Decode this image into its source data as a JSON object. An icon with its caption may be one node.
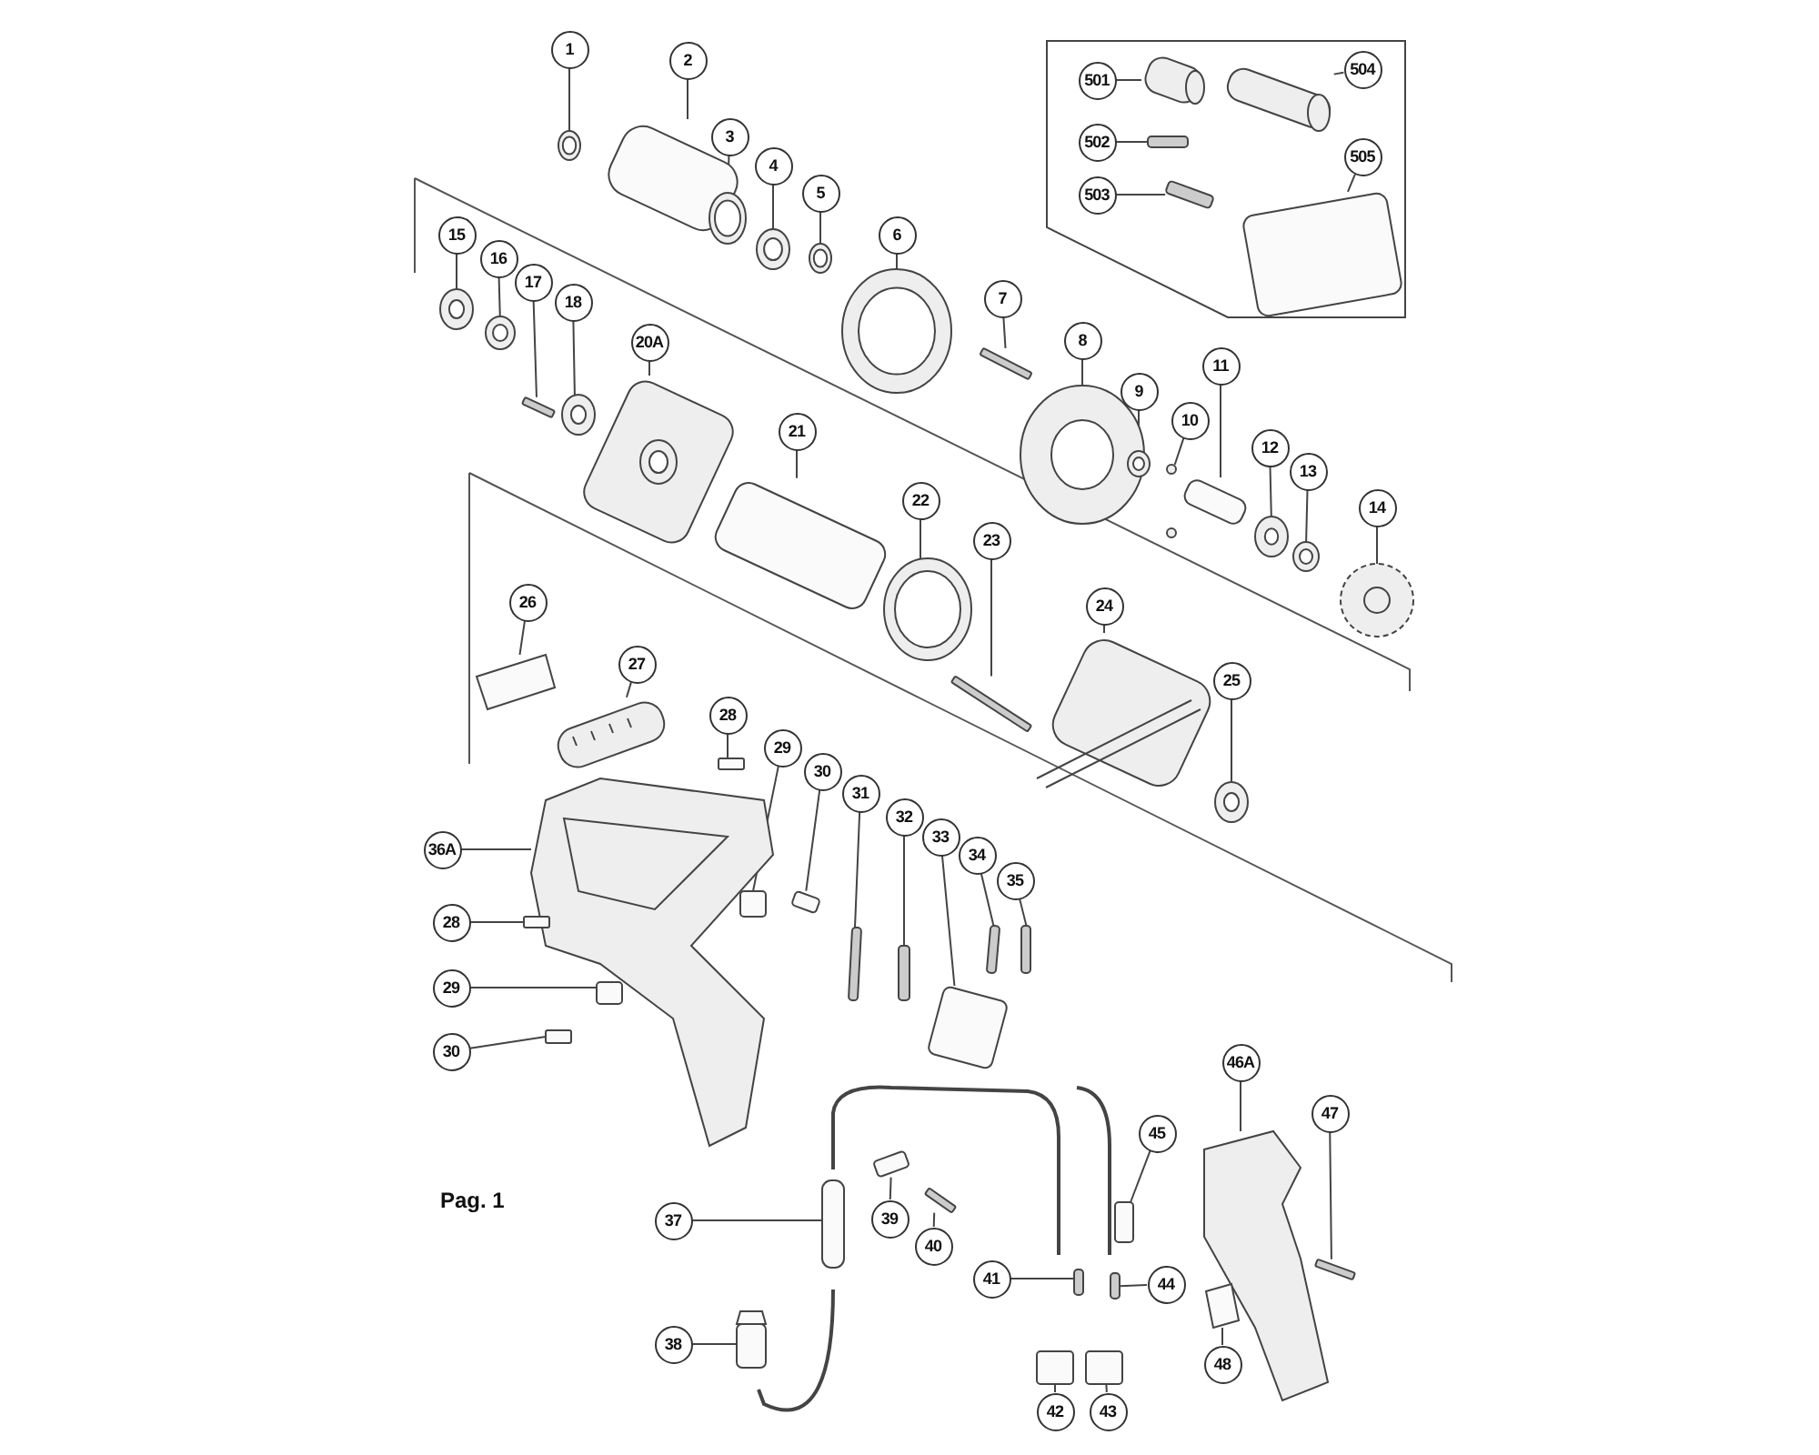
{
  "diagram": {
    "nodes": [
      {
        "text": [],
        "shape": "box"
      },
      {
        "text": [
          "1"
        ]
      },
      {
        "text": [
          "2"
        ]
      },
      {
        "text": [
          "3"
        ]
      },
      {
        "text": [
          "4"
        ]
      },
      {
        "text": [
          "5"
        ]
      },
      {
        "text": [
          "6"
        ]
      },
      {
        "text": [
          "7"
        ]
      },
      {
        "text": [
          "8"
        ]
      },
      {
        "text": [
          "9"
        ]
      },
      {
        "text": [
          "10"
        ]
      },
      {
        "text": [
          "11"
        ]
      },
      {
        "text": [
          "12"
        ]
      },
      {
        "text": [
          "13"
        ]
      },
      {
        "text": [
          "14"
        ]
      },
      {
        "text": [
          "15"
        ]
      },
      {
        "text": [
          "16"
        ]
      },
      {
        "text": [
          "17"
        ]
      },
      {
        "text": [
          "18"
        ]
      },
      {
        "text": [
          "20A"
        ]
      },
      {
        "text": [
          "21"
        ]
      },
      {
        "text": [
          "22"
        ]
      },
      {
        "text": [
          "23"
        ]
      },
      {
        "text": [
          "24"
        ]
      },
      {
        "text": [
          "25"
        ]
      },
      {
        "text": [
          "26"
        ]
      },
      {
        "text": [
          "27"
        ]
      },
      {
        "text": [
          "28"
        ]
      },
      {
        "text": [
          "29"
        ]
      },
      {
        "text": [
          "30"
        ]
      },
      {
        "text": [
          "31"
        ]
      },
      {
        "text": [
          "32"
        ]
      },
      {
        "text": [
          "33"
        ]
      },
      {
        "text": [
          "34"
        ]
      },
      {
        "text": [
          "35"
        ]
      },
      {
        "text": [
          "36A"
        ]
      },
      {
        "text": [
          "28"
        ]
      },
      {
        "text": [
          "29"
        ]
      },
      {
        "text": [
          "30"
        ]
      },
      {
        "text": [
          "37"
        ]
      },
      {
        "text": [
          "38"
        ]
      },
      {
        "text": [
          "39"
        ]
      },
      {
        "text": [
          "40"
        ]
      },
      {
        "text": [
          "41"
        ]
      },
      {
        "text": [
          "42"
        ]
      },
      {
        "text": [
          "43"
        ]
      },
      {
        "text": [
          "44"
        ]
      },
      {
        "text": [
          "45"
        ]
      },
      {
        "text": [
          "46A"
        ]
      },
      {
        "text": [
          "47"
        ]
      },
      {
        "text": [
          "48"
        ]
      },
      {
        "text": [
          "501"
        ],
        "in": 0
      },
      {
        "text": [
          "502"
        ],
        "in": 0
      },
      {
        "text": [
          "503"
        ],
        "in": 0
      },
      {
        "text": [
          "504"
        ],
        "in": 0
      },
      {
        "text": [
          "505"
        ],
        "in": 0
      },
      {
        "text": [],
        "shape": "circle"
      },
      {
        "text": [],
        "shape": "box"
      },
      {
        "text": [],
        "shape": "circle"
      },
      {
        "text": [],
        "shape": "circle"
      },
      {
        "text": [],
        "shape": "circle"
      },
      {
        "text": [],
        "shape": "circle"
      },
      {
        "text": [],
        "shape": "bar"
      },
      {
        "text": [],
        "shape": "circle"
      },
      {
        "text": [],
        "shape": "circle"
      },
      {
        "text": [],
        "shape": "circle"
      },
      {
        "text": [],
        "shape": "box"
      },
      {
        "text": [],
        "shape": "circle"
      },
      {
        "text": [],
        "shape": "circle"
      },
      {
        "text": [],
        "shape": "circle"
      },
      {
        "text": [],
        "shape": "circle"
      },
      {
        "text": [],
        "shape": "circle"
      },
      {
        "text": [],
        "shape": "bar"
      },
      {
        "text": [],
        "shape": "circle"
      },
      {
        "text": [],
        "shape": "picture"
      },
      {
        "text": [],
        "shape": "box"
      },
      {
        "text": [],
        "shape": "circle"
      },
      {
        "text": [],
        "shape": "bar"
      },
      {
        "text": [],
        "shape": "picture"
      },
      {
        "text": [],
        "shape": "circle"
      },
      {
        "text": [],
        "shape": "box"
      },
      {
        "text": [],
        "shape": "picture"
      },
      {
        "text": [],
        "shape": "box"
      },
      {
        "text": [],
        "shape": "box"
      },
      {
        "text": [],
        "shape": "box"
      },
      {
        "text": [],
        "shape": "bar"
      },
      {
        "text": [],
        "shape": "bar"
      },
      {
        "text": [],
        "shape": "box"
      },
      {
        "text": [],
        "shape": "bar"
      },
      {
        "text": [],
        "shape": "bar"
      },
      {
        "text": [],
        "shape": "picture"
      },
      {
        "text": [],
        "shape": "box"
      },
      {
        "text": [],
        "shape": "box"
      },
      {
        "text": [],
        "shape": "box"
      },
      {
        "text": [],
        "shape": "box"
      },
      {
        "text": [],
        "shape": "box"
      },
      {
        "text": [],
        "shape": "box"
      },
      {
        "text": [],
        "shape": "bar"
      },
      {
        "text": [],
        "shape": "bar"
      },
      {
        "text": [],
        "shape": "box"
      },
      {
        "text": [],
        "shape": "box"
      },
      {
        "text": [],
        "shape": "bar"
      },
      {
        "text": [],
        "shape": "box"
      },
      {
        "text": [],
        "shape": "picture"
      },
      {
        "text": [],
        "shape": "bar"
      },
      {
        "text": [],
        "shape": "box"
      },
      {
        "text": [],
        "shape": "picture",
        "in": 0
      },
      {
        "text": [],
        "shape": "bar",
        "in": 0
      },
      {
        "text": [],
        "shape": "bar",
        "in": 0
      },
      {
        "text": [],
        "shape": "picture",
        "in": 0
      },
      {
        "text": [],
        "shape": "box",
        "in": 0
      }
    ],
    "edges": [
      {
        "from": 1,
        "to": 56,
        "arrow": "none"
      },
      {
        "from": 2,
        "to": 57,
        "arrow": "none"
      },
      {
        "from": 3,
        "to": 58,
        "arrow": "none"
      },
      {
        "from": 4,
        "to": 59,
        "arrow": "none"
      },
      {
        "from": 5,
        "to": 60,
        "arrow": "none"
      },
      {
        "from": 6,
        "to": 61,
        "arrow": "none"
      },
      {
        "from": 7,
        "to": 62,
        "arrow": "none"
      },
      {
        "from": 8,
        "to": 63,
        "arrow": "none"
      },
      {
        "from": 9,
        "to": 64,
        "arrow": "none"
      },
      {
        "from": 10,
        "to": 65,
        "arrow": "none"
      },
      {
        "from": 11,
        "to": 66,
        "arrow": "none"
      },
      {
        "from": 12,
        "to": 67,
        "arrow": "none"
      },
      {
        "from": 13,
        "to": 68,
        "arrow": "none"
      },
      {
        "from": 14,
        "to": 69,
        "arrow": "none"
      },
      {
        "from": 15,
        "to": 70,
        "arrow": "none"
      },
      {
        "from": 16,
        "to": 71,
        "arrow": "none"
      },
      {
        "from": 17,
        "to": 72,
        "arrow": "none"
      },
      {
        "from": 18,
        "to": 73,
        "arrow": "none"
      },
      {
        "from": 19,
        "to": 74,
        "arrow": "none"
      },
      {
        "from": 20,
        "to": 75,
        "arrow": "none"
      },
      {
        "from": 21,
        "to": 76,
        "arrow": "none"
      },
      {
        "from": 22,
        "to": 77,
        "arrow": "none"
      },
      {
        "from": 23,
        "to": 78,
        "arrow": "none"
      },
      {
        "from": 24,
        "to": 79,
        "arrow": "none"
      },
      {
        "from": 25,
        "to": 80,
        "arrow": "none"
      },
      {
        "from": 26,
        "to": 81,
        "arrow": "none"
      },
      {
        "from": 27,
        "to": 82,
        "arrow": "none"
      },
      {
        "from": 28,
        "to": 83,
        "arrow": "none"
      },
      {
        "from": 29,
        "to": 84,
        "arrow": "none"
      },
      {
        "from": 30,
        "to": 85,
        "arrow": "none"
      },
      {
        "from": 31,
        "to": 86,
        "arrow": "none"
      },
      {
        "from": 32,
        "to": 87,
        "arrow": "none"
      },
      {
        "from": 33,
        "to": 88,
        "arrow": "none"
      },
      {
        "from": 34,
        "to": 89,
        "arrow": "none"
      },
      {
        "from": 35,
        "to": 90,
        "arrow": "none"
      },
      {
        "from": 36,
        "to": 91,
        "arrow": "none"
      },
      {
        "from": 37,
        "to": 92,
        "arrow": "none"
      },
      {
        "from": 38,
        "to": 93,
        "arrow": "none"
      },
      {
        "from": 39,
        "to": 94,
        "arrow": "none"
      },
      {
        "from": 40,
        "to": 95,
        "arrow": "none"
      },
      {
        "from": 41,
        "to": 96,
        "arrow": "none"
      },
      {
        "from": 42,
        "to": 97,
        "arrow": "none"
      },
      {
        "from": 43,
        "to": 98,
        "arrow": "none"
      },
      {
        "from": 44,
        "to": 99,
        "arrow": "none"
      },
      {
        "from": 45,
        "to": 100,
        "arrow": "none"
      },
      {
        "from": 46,
        "to": 101,
        "arrow": "none"
      },
      {
        "from": 47,
        "to": 102,
        "arrow": "none"
      },
      {
        "from": 48,
        "to": 103,
        "arrow": "none"
      },
      {
        "from": 49,
        "to": 104,
        "arrow": "none"
      },
      {
        "from": 50,
        "to": 105,
        "arrow": "none"
      },
      {
        "from": 51,
        "to": 106,
        "arrow": "none"
      },
      {
        "from": 52,
        "to": 107,
        "arrow": "none"
      },
      {
        "from": 53,
        "to": 108,
        "arrow": "none"
      },
      {
        "from": 54,
        "to": 109,
        "arrow": "none"
      },
      {
        "from": 55,
        "to": 110,
        "arrow": "none"
      }
    ],
    "labels": [
      "Pag. 1"
    ]
  }
}
